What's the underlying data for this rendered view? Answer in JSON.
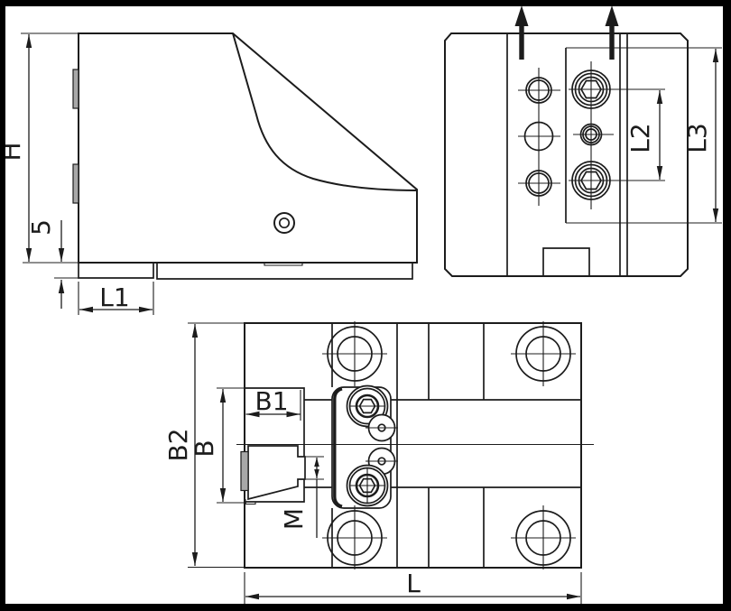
{
  "drawing": {
    "type": "technical-drawing",
    "description": "Three-view dimensional drawing of a turret tool holder block",
    "colors": {
      "line": "#1c1c1c",
      "background": "#ffffff",
      "frame": "#000000"
    },
    "views": {
      "side": {
        "name": "side-view"
      },
      "front": {
        "name": "front-view"
      },
      "top": {
        "name": "top-view"
      }
    },
    "dimensions": {
      "h": "H",
      "five": "5",
      "l1": "L1",
      "l2": "L2",
      "l3": "L3",
      "b1": "B1",
      "b": "B",
      "b2": "B2",
      "m": "M",
      "l": "L"
    }
  }
}
